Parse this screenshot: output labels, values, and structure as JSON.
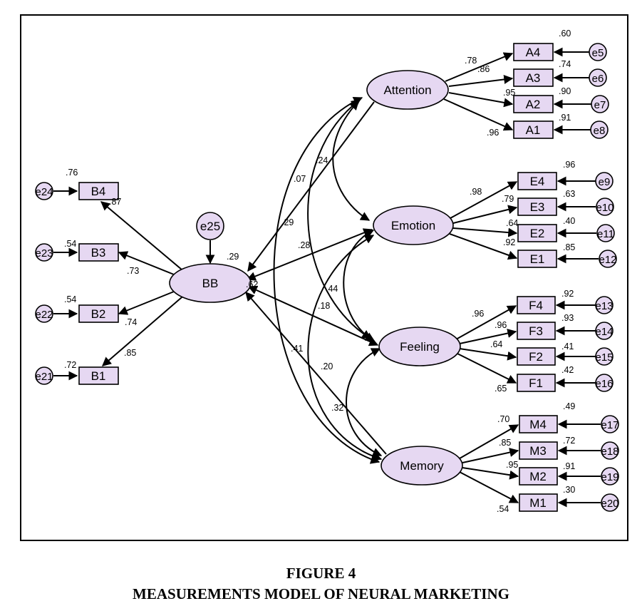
{
  "figure": {
    "number_label": "FIGURE 4",
    "title": "MEASUREMENTS MODEL OF NEURAL MARKETING"
  },
  "colors": {
    "node_fill": "#e6d8f2",
    "stroke": "#000000"
  },
  "nodes": {
    "latent": {
      "attention": "Attention",
      "emotion": "Emotion",
      "feeling": "Feeling",
      "memory": "Memory",
      "bb": "BB"
    },
    "indicators": {
      "A4": "A4",
      "A3": "A3",
      "A2": "A2",
      "A1": "A1",
      "E4": "E4",
      "E3": "E3",
      "E2": "E2",
      "E1": "E1",
      "F4": "F4",
      "F3": "F3",
      "F2": "F2",
      "F1": "F1",
      "M4": "M4",
      "M3": "M3",
      "M2": "M2",
      "M1": "M1",
      "B4": "B4",
      "B3": "B3",
      "B2": "B2",
      "B1": "B1"
    },
    "errors": {
      "e5": "e5",
      "e6": "e6",
      "e7": "e7",
      "e8": "e8",
      "e9": "e9",
      "e10": "e10",
      "e11": "e11",
      "e12": "e12",
      "e13": "e13",
      "e14": "e14",
      "e15": "e15",
      "e16": "e16",
      "e17": "e17",
      "e18": "e18",
      "e19": "e19",
      "e20": "e20",
      "e21": "e21",
      "e22": "e22",
      "e23": "e23",
      "e24": "e24",
      "e25": "e25"
    }
  },
  "coefficients": {
    "attention_loadings": {
      "A4": ".78",
      "A3": ".86",
      "A2": ".95",
      "A1": ".96"
    },
    "attention_r2": {
      "A4": ".60",
      "A3": ".74",
      "A2": ".90",
      "A1": ".91"
    },
    "emotion_loadings": {
      "E4": ".98",
      "E3": ".79",
      "E2": ".64",
      "E1": ".92"
    },
    "emotion_r2": {
      "E4": ".96",
      "E3": ".63",
      "E2": ".40",
      "E1": ".85"
    },
    "feeling_loadings": {
      "F4": ".96",
      "F3": ".96",
      "F2": ".64",
      "F1": ".65"
    },
    "feeling_r2": {
      "F4": ".92",
      "F3": ".93",
      "F2": ".41",
      "F1": ".42"
    },
    "memory_loadings": {
      "M4": ".70",
      "M3": ".85",
      "M2": ".95",
      "M1": ".54"
    },
    "memory_r2": {
      "M4": ".49",
      "M3": ".72",
      "M2": ".91",
      "M1": ".30"
    },
    "bb_loadings": {
      "B4": ".87",
      "B3": ".73",
      "B2": ".74",
      "B1": ".85"
    },
    "bb_r2": {
      "B4": ".76",
      "B3": ".54",
      "B2": ".54",
      "B1": ".72"
    },
    "bb_squared_multiple": ".29",
    "paths": {
      "attention_bb": ".29",
      "emotion_bb": ".28",
      "feeling_bb": ".62",
      "memory_bb": ".41"
    },
    "correlations": {
      "attention_emotion": ".24",
      "attention_feeling": ".07",
      "attention_memory": ".44",
      "emotion_feeling": ".18",
      "emotion_memory": ".20",
      "feeling_memory": ".32"
    }
  }
}
